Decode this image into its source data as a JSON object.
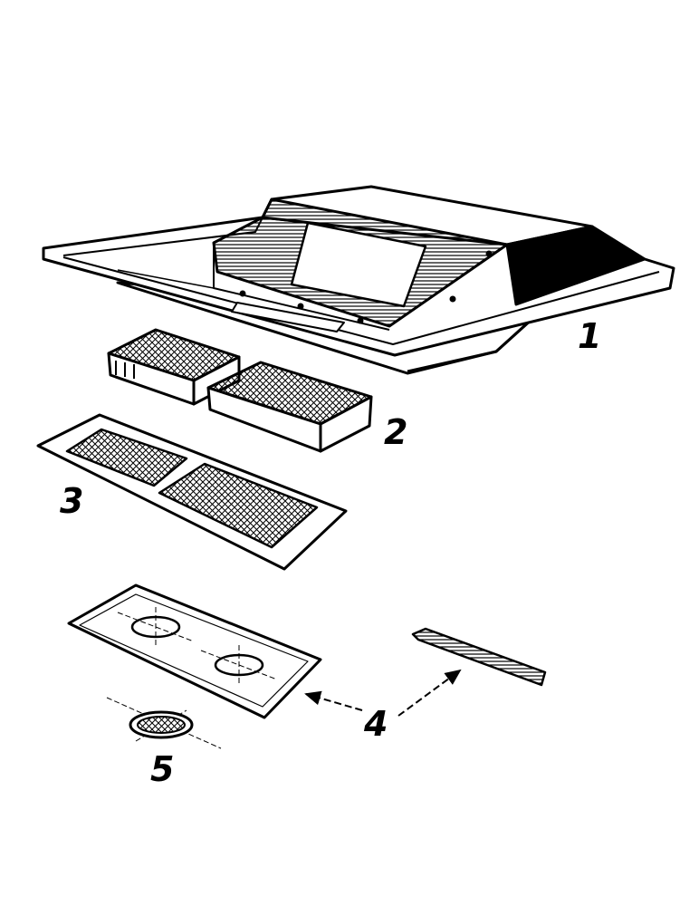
{
  "callouts": {
    "hood": "1",
    "filter_cartridges": "2",
    "grease_filter_panel": "3",
    "mounting_plate_and_strip": "4",
    "round_vent_grille": "5"
  },
  "colors": {
    "ink": "#000000",
    "paper": "#ffffff"
  }
}
